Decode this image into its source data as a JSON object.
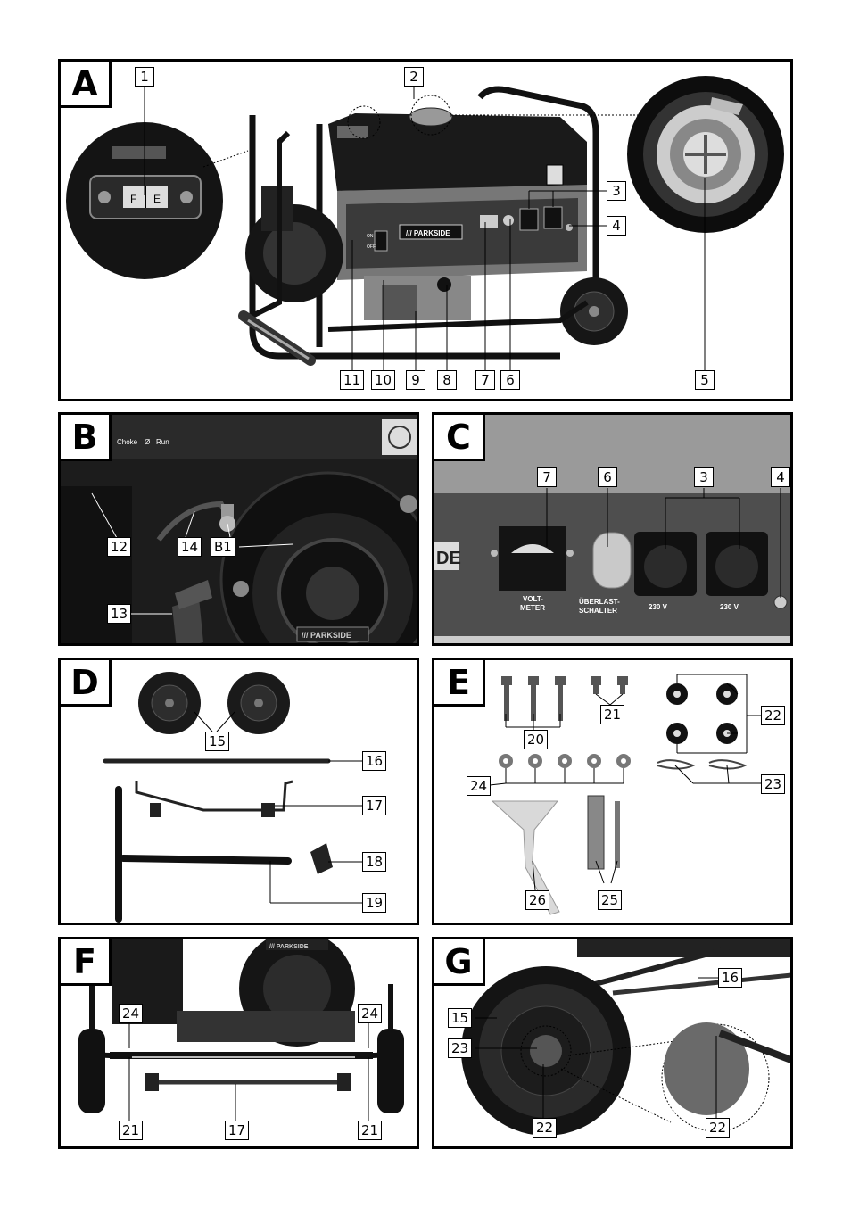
{
  "panels": {
    "a": {
      "letter": "A",
      "callouts": [
        "1",
        "2",
        "3",
        "4",
        "5",
        "6",
        "7",
        "8",
        "9",
        "10",
        "11"
      ],
      "brand": "/// PARKSIDE",
      "switch_on": "ON",
      "switch_off": "OFF",
      "fuel_f": "F",
      "fuel_e": "E"
    },
    "b": {
      "letter": "B",
      "callouts": [
        "12",
        "14",
        "B1",
        "13"
      ],
      "choke_label": "Choke",
      "choke_symbol": "Ø",
      "run_label": "Run",
      "brand": "/// PARKSIDE"
    },
    "c": {
      "letter": "C",
      "callouts": [
        "7",
        "6",
        "3",
        "4"
      ],
      "volt_1": "VOLT-",
      "volt_2": "METER",
      "over_1": "ÜBERLAST-",
      "over_2": "SCHALTER",
      "socket_1": "230 V",
      "socket_2": "230 V",
      "brand_frag": "DE"
    },
    "d": {
      "letter": "D",
      "callouts": [
        "15",
        "16",
        "17",
        "18",
        "19"
      ]
    },
    "e": {
      "letter": "E",
      "callouts": [
        "20",
        "21",
        "22",
        "23",
        "24",
        "25",
        "26"
      ]
    },
    "f": {
      "letter": "F",
      "callouts": [
        "24",
        "24",
        "21",
        "17",
        "21"
      ],
      "brand": "/// PARKSIDE"
    },
    "g": {
      "letter": "G",
      "callouts": [
        "16",
        "15",
        "23",
        "22",
        "22"
      ]
    }
  }
}
